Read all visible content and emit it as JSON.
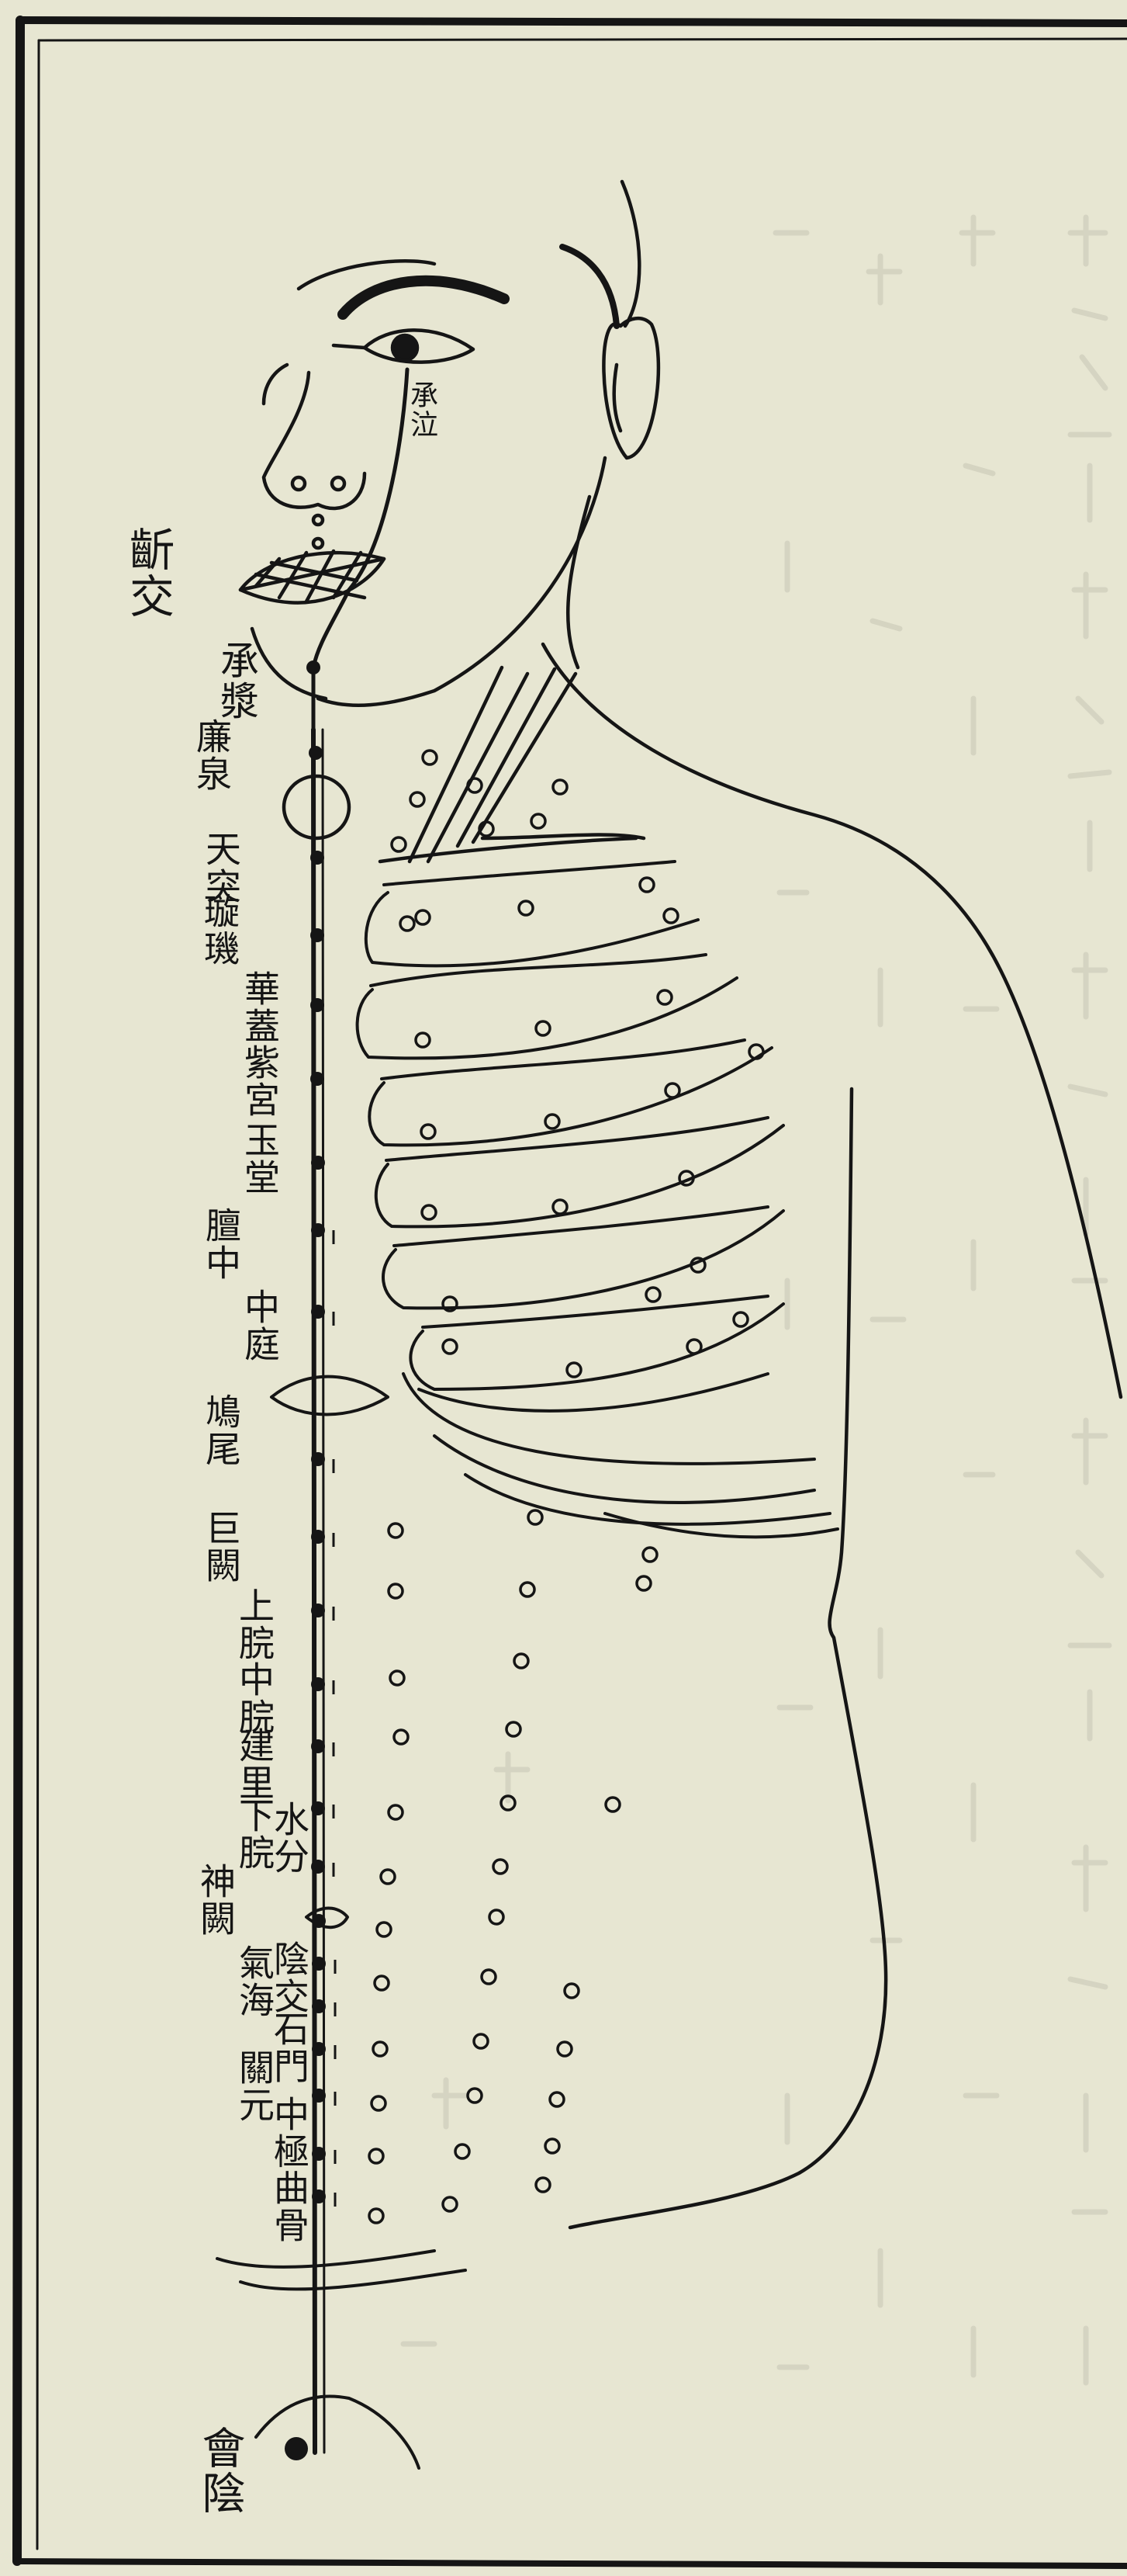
{
  "title": "",
  "meridian": {
    "points": [
      "承泣",
      "齗交",
      "承漿",
      "廉泉",
      "天突",
      "璇璣",
      "華蓋",
      "紫宮",
      "玉堂",
      "膻中",
      "中庭",
      "鳩尾",
      "巨闕",
      "上脘",
      "中脘",
      "建里",
      "下脘",
      "水分",
      "神闕",
      "陰交",
      "氣海",
      "石門",
      "關元",
      "中極",
      "曲骨",
      "會陰"
    ]
  },
  "colors": {
    "paper": "#e7e6d2",
    "ink": "#151515",
    "bleed": "#c9c8b6"
  }
}
